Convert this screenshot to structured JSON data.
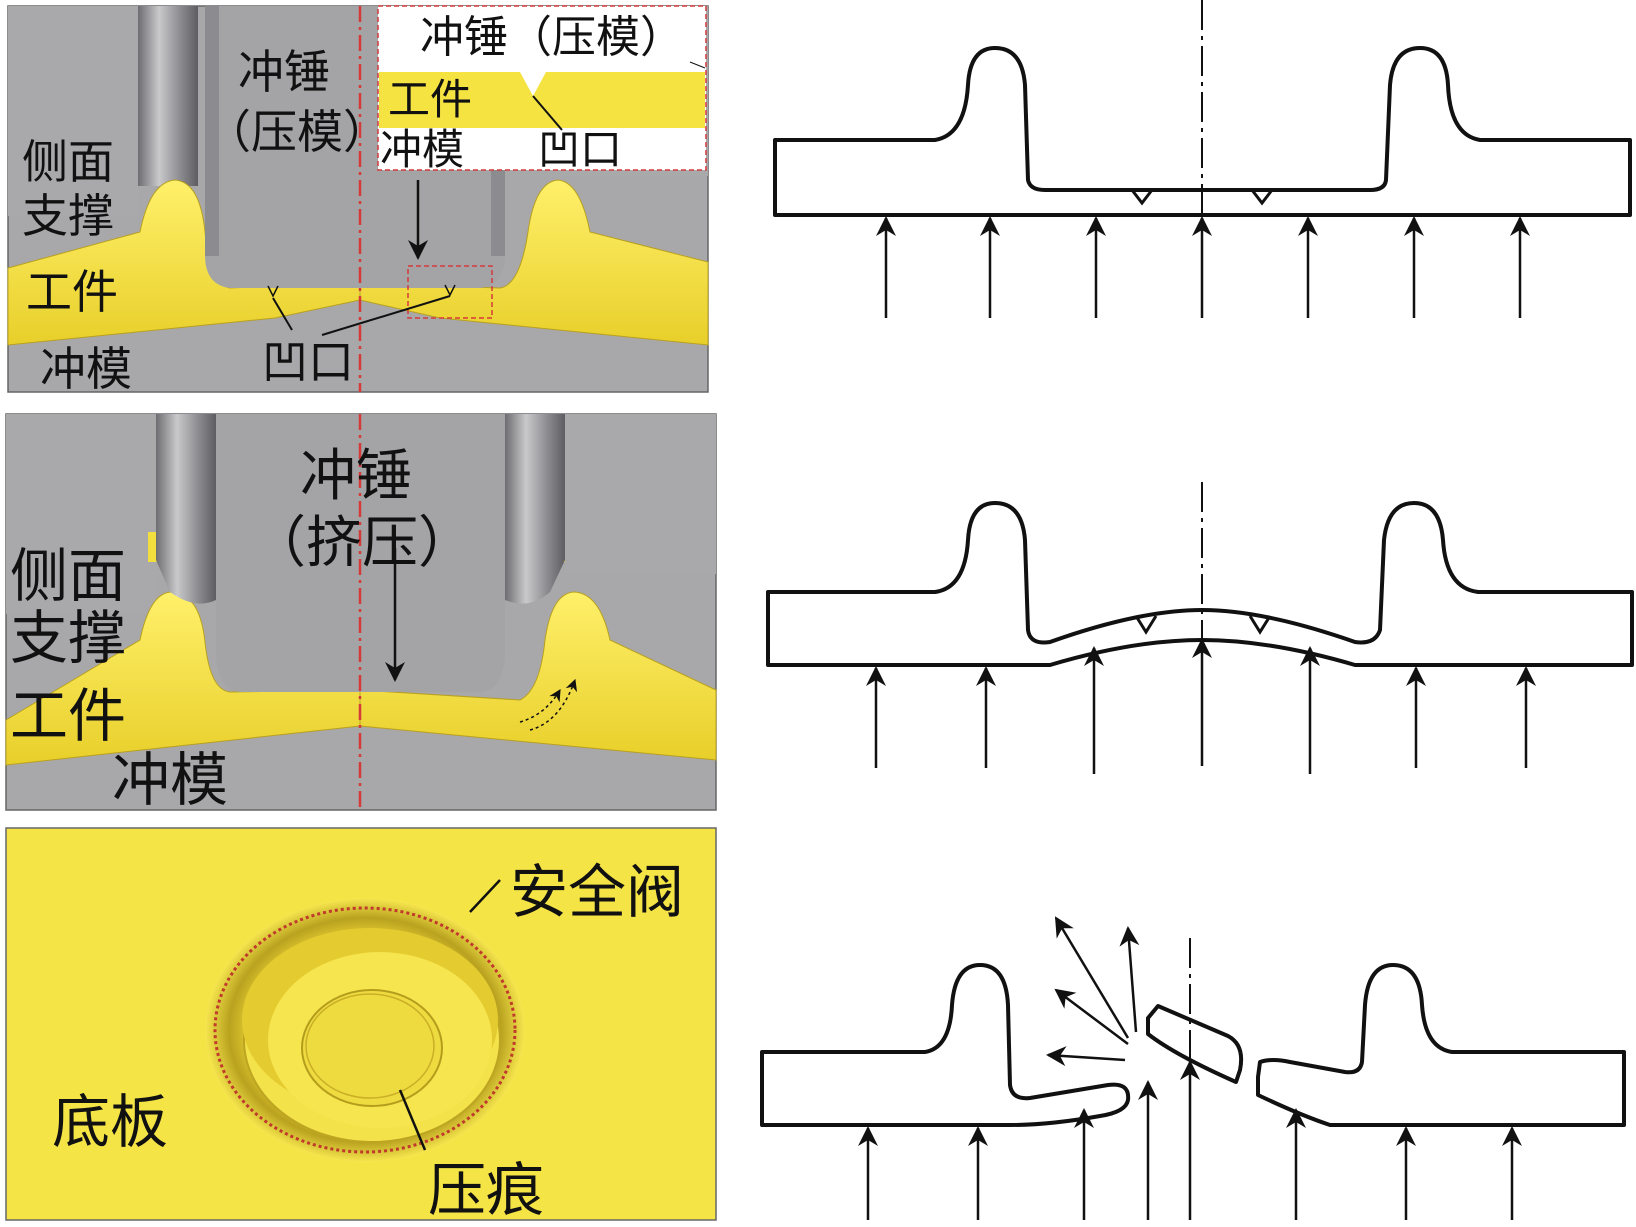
{
  "panel1": {
    "side_support": "侧面支撑",
    "hammer": "冲锤",
    "hammer_sub": "（压模）",
    "workpiece": "工件",
    "die": "冲模",
    "notch": "凹口",
    "inset_hammer": "冲锤（压模）",
    "inset_workpiece": "工件",
    "inset_die": "冲模",
    "inset_notch": "凹口"
  },
  "panel2": {
    "side_support": "侧面支撑",
    "hammer": "冲锤",
    "hammer_sub": "（挤压）",
    "workpiece": "工件",
    "die": "冲模"
  },
  "panel3": {
    "safety_valve": "安全阀",
    "base_plate": "底板",
    "indentation": "压痕"
  },
  "colors": {
    "workpiece_yellow": "#f2e24a",
    "steel_gray": "#a9a9ab",
    "centerline_red": "#d43a3a",
    "ink": "#111111"
  }
}
